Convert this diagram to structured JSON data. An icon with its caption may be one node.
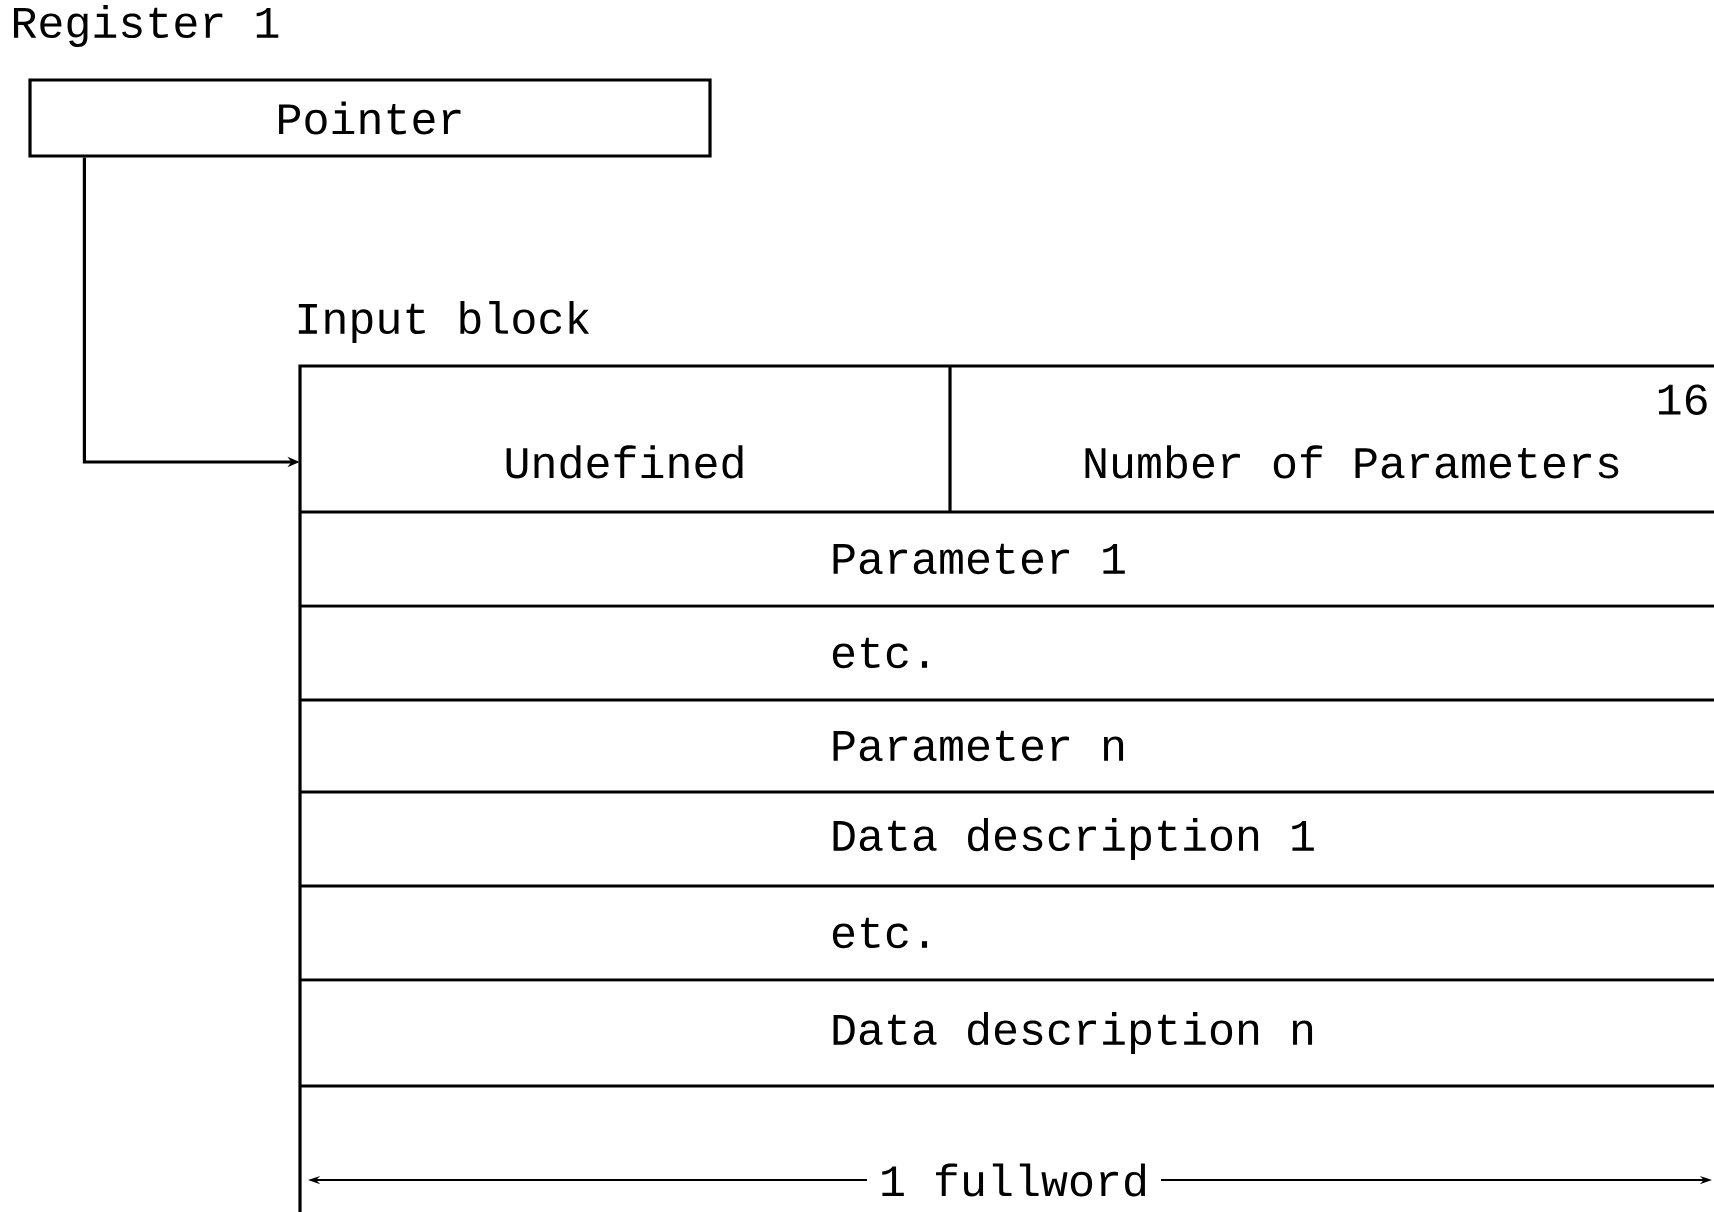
{
  "diagram": {
    "nodes": [
      {
        "text": [
          "Register 1",
          "Pointer"
        ]
      },
      {
        "text": [
          "Input block"
        ]
      },
      {
        "text": [
          "Undefined"
        ],
        "in": 1
      },
      {
        "text": [
          "Number of Parameters"
        ],
        "in": 1
      },
      {
        "text": [
          "Parameter 1"
        ],
        "in": 1
      },
      {
        "text": [
          "etc."
        ],
        "in": 1
      },
      {
        "text": [
          "Parameter n"
        ],
        "in": 1
      },
      {
        "text": [
          "Data description 1"
        ],
        "in": 1
      },
      {
        "text": [
          "etc."
        ],
        "in": 1
      },
      {
        "text": [
          "Data description n"
        ],
        "in": 1
      },
      {
        "text": [],
        "shape": "box",
        "in": 1
      }
    ],
    "edges": [
      {
        "from": 0,
        "to": 1,
        "arrow": "to"
      }
    ],
    "labels": [
      "16",
      "1 fullword"
    ]
  }
}
